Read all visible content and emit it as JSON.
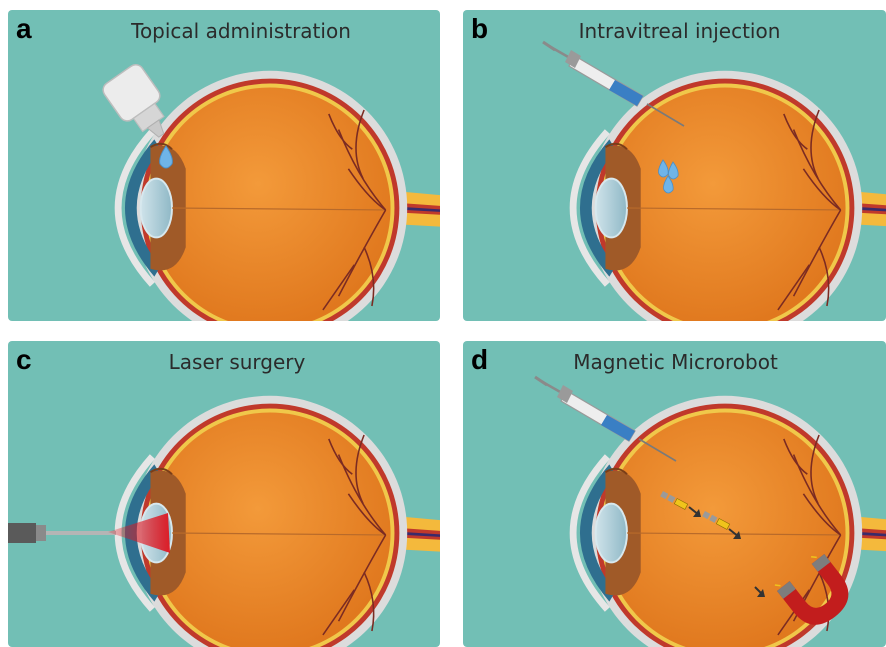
{
  "colors": {
    "panel_bg": "#72bfb5",
    "eye_body": "#ef8a2a",
    "sclera": "#dcdcdc",
    "choroid": "#c0392b",
    "optic_nerve": "#f4b93c",
    "laser": "#e0141e",
    "drop": "#6fb4e8",
    "magnet": "#c21d1d"
  },
  "panels": {
    "a": {
      "letter": "a",
      "title": "Topical administration"
    },
    "b": {
      "letter": "b",
      "title": "Intravitreal injection"
    },
    "c": {
      "letter": "c",
      "title": "Laser surgery"
    },
    "d": {
      "letter": "d",
      "title": "Magnetic Microrobot"
    }
  }
}
